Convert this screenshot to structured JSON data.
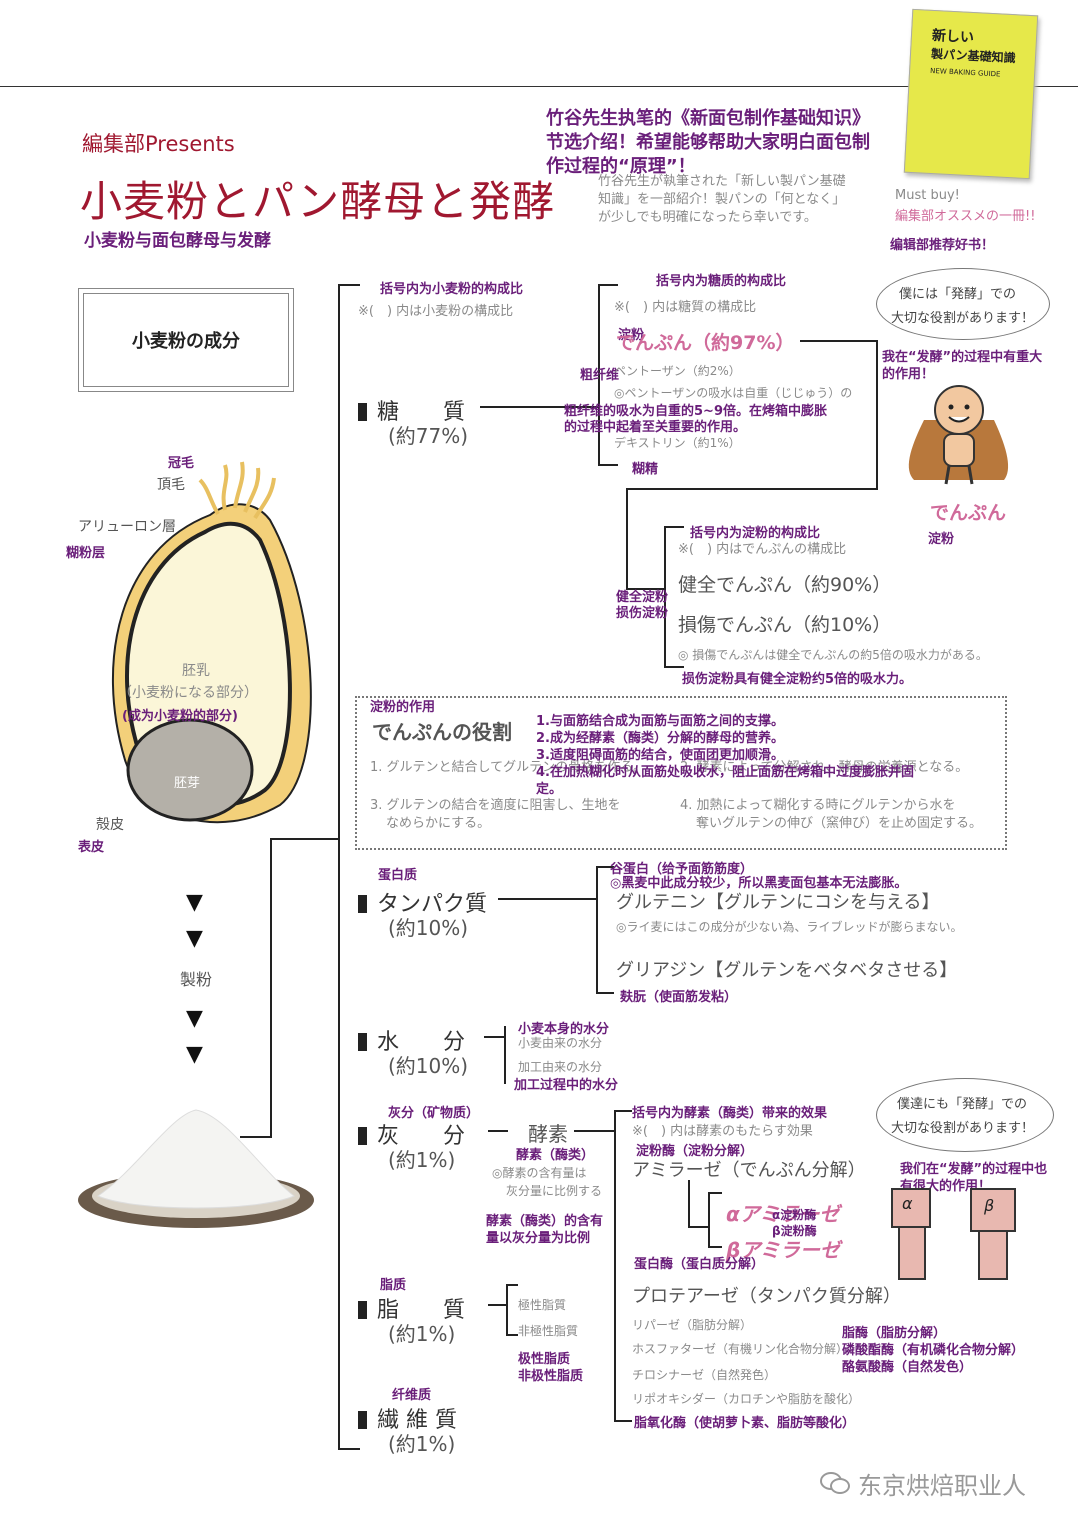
{
  "header": {
    "presents": "編集部Presents",
    "title": "小麦粉とパン酵母と発酵",
    "subtitle_cn": "小麦粉与面包酵母与发酵",
    "intro_cn_1": "竹谷先生执笔的《新面包制作基础知识》",
    "intro_cn_2": "节选介绍！希望能够帮助大家明白面包制",
    "intro_cn_3": "作过程的“原理”！",
    "intro_jp_1": "竹谷先生が執筆された「新しい製パン基礎",
    "intro_jp_2": "知識」を一部紹介！製パンの「何となく」",
    "intro_jp_3": "が少しでも明確になったら幸いです。",
    "must_buy": "Must buy!",
    "recommend_jp": "編集部オススメの一冊!!",
    "recommend_cn": "编辑部推荐好书！",
    "book_title_1": "新しい",
    "book_title_2": "製パン基礎知識",
    "book_en": "NEW BAKING GUIDE"
  },
  "grain": {
    "box_label": "小麦粉の成分",
    "note_jp": "※(　) 内は小麦粉の構成比",
    "note_cn": "括号内为小麦粉的构成比",
    "brush_cn": "冠毛",
    "brush_jp": "頂毛",
    "aleurone_jp": "アリューロン層",
    "aleurone_cn": "糊粉层",
    "endosperm_jp_1": "胚乳",
    "endosperm_jp_2": "（小麦粉になる部分）",
    "endosperm_cn": "(成为小麦粉的部分)",
    "germ_jp": "胚芽",
    "bran_jp": "殻皮",
    "bran_cn": "表皮",
    "milling": "製粉"
  },
  "carb": {
    "name": "糖　　質",
    "ratio": "(約77%)",
    "note_cn": "括号内为糖质的构成比",
    "note_jp": "※(　) 内は糖質の構成比",
    "starch_cn": "淀粉",
    "starch_jp": "でんぷん（約97%）",
    "fiber_cn": "粗纤维",
    "pentosan_jp": "ペントーザン（約2%）",
    "pentosan_note_jp": "◎ペントーザンの吸水は自重（じじゅう）の",
    "pentosan_note_cn_1": "粗纤维的吸水为自重的5~9倍。在烤箱中膨胀",
    "pentosan_note_cn_2": "的过程中起着至关重要的作用。",
    "dextrin_jp": "デキストリン（約1%）",
    "dextrin_cn": "糊精"
  },
  "starch": {
    "note_cn": "括号内为淀粉的构成比",
    "note_jp": "※(　) 内はでんぷんの構成比",
    "healthy_jp": "健全でんぷん（約90%）",
    "damaged_jp": "損傷でんぷん（約10%）",
    "healthy_cn": "健全淀粉",
    "damaged_cn": "损伤淀粉",
    "damaged_note_jp": "◎ 損傷でんぷんは健全でんぷんの約5倍の吸水力がある。",
    "damaged_note_cn": "损伤淀粉具有健全淀粉约5倍的吸水力。",
    "mascot_bubble_1": "僕には「発酵」での",
    "mascot_bubble_2": "大切な役割があります！",
    "mascot_cn_1": "我在“发酵”的过程中有重大",
    "mascot_cn_2": "的作用！",
    "mascot_name_jp": "でんぷん",
    "mascot_name_cn": "淀粉"
  },
  "role": {
    "title_cn": "淀粉的作用",
    "title_jp": "でんぷんの役割",
    "item1_jp": "1. グルテンと結合してグルテンの骨格を作る。",
    "item2_jp": "2. 酵素によって分解され、酵母の栄養源となる。",
    "item3_jp": "3. グルテンの結合を適度に阻害し、生地を",
    "item3_jp_2": "なめらかにする。",
    "item4_jp": "4. 加熱によって糊化する時にグルテンから水を",
    "item4_jp_2": "奪いグルテンの伸び（窯伸び）を止め固定する。",
    "cn_1": "1.与面筋结合成为面筋与面筋之间的支撑。",
    "cn_2": "2.成为经酵素（酶类）分解的酵母的营养。",
    "cn_3": "3.适度阻碍面筋的结合，使面团更加顺滑。",
    "cn_4": "4.在加热糊化时从面筋处吸收水，阻止面筋在烤箱中过度膨胀并固",
    "cn_4b": "定。"
  },
  "protein": {
    "label_cn": "蛋白质",
    "name": "タンパク質",
    "ratio": "(約10%)",
    "glutenin_cn": "谷蛋白（给予面筋筋度）",
    "glutenin_note_cn": "◎黑麦中此成分较少，所以黑麦面包基本无法膨胀。",
    "glutenin_jp": "グルテニン【グルテンにコシを与える】",
    "glutenin_note_jp": "◎ライ麦にはこの成分が少ない為、ライブレッドが膨らまない。",
    "gliadin_jp": "グリアジン【グルテンをベタベタさせる】",
    "gliadin_cn": "麸朊（使面筋发粘）"
  },
  "water": {
    "name": "水　　分",
    "ratio": "(約10%)",
    "own_cn": "小麦本身的水分",
    "own_jp": "小麦由来の水分",
    "proc_jp": "加工由来の水分",
    "proc_cn": "加工过程中的水分"
  },
  "ash": {
    "label_cn": "灰分（矿物质）",
    "name": "灰　　分",
    "ratio": "(約1%)",
    "enzyme_jp": "酵素",
    "enzyme_cn": "酵素（酶类）",
    "enzyme_note_jp_1": "◎酵素の含有量は",
    "enzyme_note_jp_2": "灰分量に比例する",
    "enzyme_note_cn_1": "酵素（酶类）的含有",
    "enzyme_note_cn_2": "量以灰分量为比例"
  },
  "enzymes": {
    "note_cn": "括号内为酵素（酶类）带来的效果",
    "note_jp": "※(　) 内は酵素のもたらす効果",
    "amylase_cn": "淀粉酶（淀粉分解）",
    "amylase_jp": "アミラーゼ（でんぷん分解）",
    "alpha_jp": "αアミラーゼ",
    "beta_jp": "βアミラーゼ",
    "alpha_cn": "α淀粉酶",
    "beta_cn": "β淀粉酶",
    "protease_cn": "蛋白酶（蛋白质分解）",
    "protease_jp": "プロテアーゼ（タンパク質分解）",
    "lipase_jp": "リパーゼ（脂肪分解）",
    "phosphatase_jp": "ホスファターゼ（有機リン化合物分解）",
    "tyrosinase_jp": "チロシナーゼ（自然発色）",
    "lipox_jp": "リポオキシダー（カロチンや脂肪を酸化）",
    "lipase_cn": "脂酶（脂肪分解）",
    "phosphatase_cn": "磷酸酯酶（有机磷化合物分解）",
    "tyrosinase_cn": "酪氨酸酶（自然发色）",
    "lipox_cn": "脂氧化酶（使胡萝卜素、脂肪等酸化）",
    "bubble_1": "僕達にも「発酵」での",
    "bubble_2": "大切な役割があります！",
    "bubble_cn_1": "我们在“发酵”的过程中也",
    "bubble_cn_2": "有很大的作用！",
    "mascot_a": "α",
    "mascot_b": "β"
  },
  "lipid": {
    "label_cn": "脂质",
    "name": "脂　　質",
    "ratio": "(約1%)",
    "polar_jp": "極性脂質",
    "nonpolar_jp": "非極性脂質",
    "polar_cn": "极性脂质",
    "nonpolar_cn": "非极性脂质"
  },
  "fiber": {
    "label_cn": "纤维质",
    "name": "繊 維 質",
    "ratio": "(約1%)"
  },
  "footer": {
    "watermark": "东京烘焙职业人"
  }
}
